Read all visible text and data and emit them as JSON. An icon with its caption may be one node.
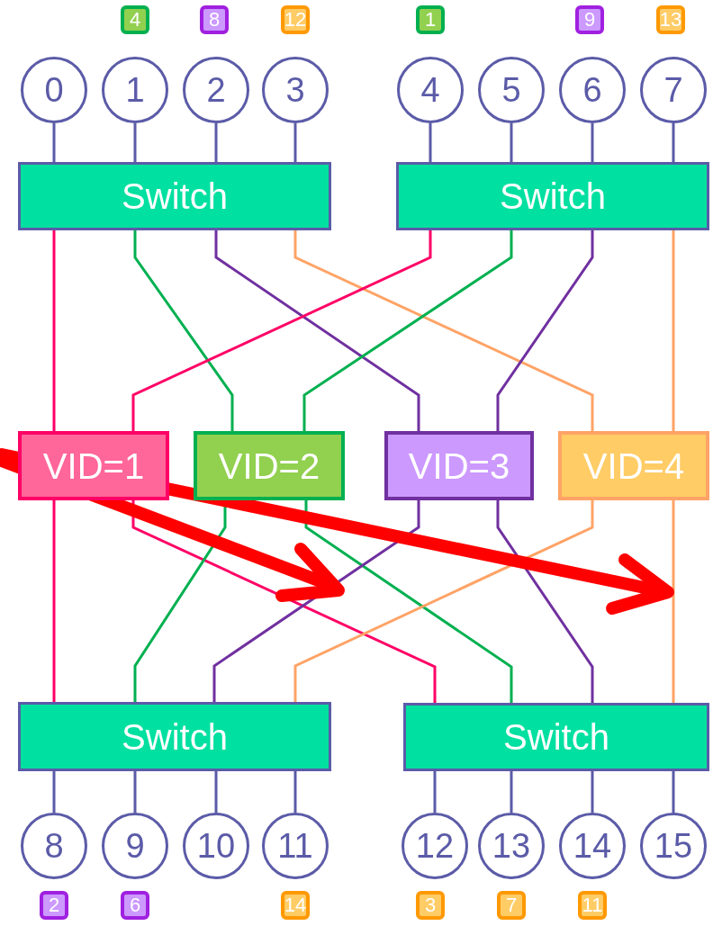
{
  "diagram": {
    "nodes": [
      {
        "text": [
          "4"
        ]
      },
      {
        "text": [
          "8"
        ]
      },
      {
        "text": [
          "12"
        ]
      },
      {
        "text": [
          "1"
        ]
      },
      {
        "text": [
          "9"
        ]
      },
      {
        "text": [
          "13"
        ]
      },
      {
        "text": [
          "0"
        ]
      },
      {
        "text": [
          "1"
        ]
      },
      {
        "text": [
          "2"
        ]
      },
      {
        "text": [
          "3"
        ]
      },
      {
        "text": [
          "4"
        ]
      },
      {
        "text": [
          "5"
        ]
      },
      {
        "text": [
          "6"
        ]
      },
      {
        "text": [
          "7"
        ]
      },
      {
        "text": [
          "Switch"
        ]
      },
      {
        "text": [
          "Switch"
        ]
      },
      {
        "text": [
          "VID=1"
        ]
      },
      {
        "text": [
          "VID=2"
        ]
      },
      {
        "text": [
          "VID=3"
        ]
      },
      {
        "text": [
          "VID=4"
        ]
      },
      {
        "text": [
          "Switch"
        ]
      },
      {
        "text": [
          "Switch"
        ]
      },
      {
        "text": [
          "8"
        ]
      },
      {
        "text": [
          "9"
        ]
      },
      {
        "text": [
          "10"
        ]
      },
      {
        "text": [
          "11"
        ]
      },
      {
        "text": [
          "12"
        ]
      },
      {
        "text": [
          "13"
        ]
      },
      {
        "text": [
          "14"
        ]
      },
      {
        "text": [
          "15"
        ]
      },
      {
        "text": [
          "2"
        ]
      },
      {
        "text": [
          "6"
        ]
      },
      {
        "text": [
          "14"
        ]
      },
      {
        "text": [
          "3"
        ]
      },
      {
        "text": [
          "7"
        ]
      },
      {
        "text": [
          "11"
        ]
      }
    ],
    "edges": [
      {
        "from": 6,
        "to": 14,
        "arrow": "none"
      },
      {
        "from": 7,
        "to": 14,
        "arrow": "none"
      },
      {
        "from": 8,
        "to": 14,
        "arrow": "none"
      },
      {
        "from": 9,
        "to": 14,
        "arrow": "none"
      },
      {
        "from": 10,
        "to": 15,
        "arrow": "none"
      },
      {
        "from": 11,
        "to": 15,
        "arrow": "none"
      },
      {
        "from": 12,
        "to": 15,
        "arrow": "none"
      },
      {
        "from": 13,
        "to": 15,
        "arrow": "none"
      },
      {
        "from": 14,
        "to": 16,
        "arrow": "none",
        "color": "#ff0066"
      },
      {
        "from": 14,
        "to": 17,
        "arrow": "none",
        "color": "#00b050"
      },
      {
        "from": 14,
        "to": 18,
        "arrow": "none",
        "color": "#7030a0"
      },
      {
        "from": 14,
        "to": 19,
        "arrow": "none",
        "color": "#ffa366"
      },
      {
        "from": 15,
        "to": 16,
        "arrow": "none",
        "color": "#ff0066"
      },
      {
        "from": 15,
        "to": 17,
        "arrow": "none",
        "color": "#00b050"
      },
      {
        "from": 15,
        "to": 18,
        "arrow": "none",
        "color": "#7030a0"
      },
      {
        "from": 15,
        "to": 19,
        "arrow": "none",
        "color": "#ffa366"
      },
      {
        "from": 16,
        "to": 20,
        "arrow": "none",
        "color": "#ff0066"
      },
      {
        "from": 16,
        "to": 21,
        "arrow": "none",
        "color": "#ff0066"
      },
      {
        "from": 17,
        "to": 20,
        "arrow": "none",
        "color": "#00b050"
      },
      {
        "from": 17,
        "to": 21,
        "arrow": "none",
        "color": "#00b050"
      },
      {
        "from": 18,
        "to": 20,
        "arrow": "none",
        "color": "#7030a0"
      },
      {
        "from": 18,
        "to": 21,
        "arrow": "none",
        "color": "#7030a0"
      },
      {
        "from": 19,
        "to": 20,
        "arrow": "none",
        "color": "#ffa366"
      },
      {
        "from": 19,
        "to": 21,
        "arrow": "none",
        "color": "#ffa366"
      },
      {
        "from": 20,
        "to": 22,
        "arrow": "none"
      },
      {
        "from": 20,
        "to": 23,
        "arrow": "none"
      },
      {
        "from": 20,
        "to": 24,
        "arrow": "none"
      },
      {
        "from": 20,
        "to": 25,
        "arrow": "none"
      },
      {
        "from": 21,
        "to": 26,
        "arrow": "none"
      },
      {
        "from": 21,
        "to": 27,
        "arrow": "none"
      },
      {
        "from": 21,
        "to": 28,
        "arrow": "none"
      },
      {
        "from": 21,
        "to": 29,
        "arrow": "none"
      }
    ]
  }
}
